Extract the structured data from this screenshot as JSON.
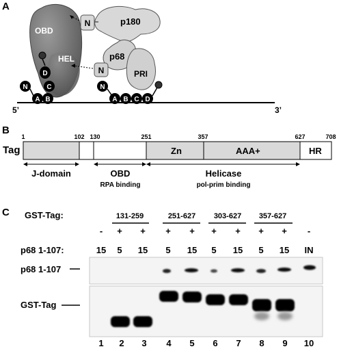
{
  "panel_a": {
    "label": "A",
    "obd": "OBD",
    "hel": "HEL",
    "p180": "p180",
    "p68": "p68",
    "pri": "PRI",
    "n_p180": "N",
    "n_p68": "N",
    "strand_5": "5’",
    "strand_3": "3’",
    "left_domains": [
      "N",
      "A",
      "B",
      "C",
      "D"
    ],
    "right_domains": [
      "N",
      "A",
      "B",
      "C",
      "D"
    ]
  },
  "panel_b": {
    "label": "B",
    "row_label": "Tag",
    "positions": [
      "1",
      "102",
      "130",
      "251",
      "357",
      "627",
      "708"
    ],
    "segments": [
      "Zn",
      "AAA+",
      "HR"
    ],
    "regions": [
      {
        "name": "J-domain",
        "sub": ""
      },
      {
        "name": "OBD",
        "sub": "RPA binding"
      },
      {
        "name": "Helicase",
        "sub": "pol-prim binding"
      }
    ]
  },
  "panel_c": {
    "label": "C",
    "gst_label": "GST-Tag:",
    "groups": [
      "131-259",
      "251-627",
      "303-627",
      "357-627"
    ],
    "plusminus": [
      "-",
      "+",
      "+",
      "+",
      "+",
      "+",
      "+",
      "+",
      "+",
      "-"
    ],
    "p68_label": "p68 1-107:",
    "amounts": [
      "15",
      "5",
      "15",
      "5",
      "15",
      "5",
      "15",
      "5",
      "15",
      "IN"
    ],
    "blot_top_label": "p68 1-107",
    "blot_bottom_label": "GST-Tag",
    "lanes": [
      "1",
      "2",
      "3",
      "4",
      "5",
      "6",
      "7",
      "8",
      "9",
      "10"
    ]
  }
}
